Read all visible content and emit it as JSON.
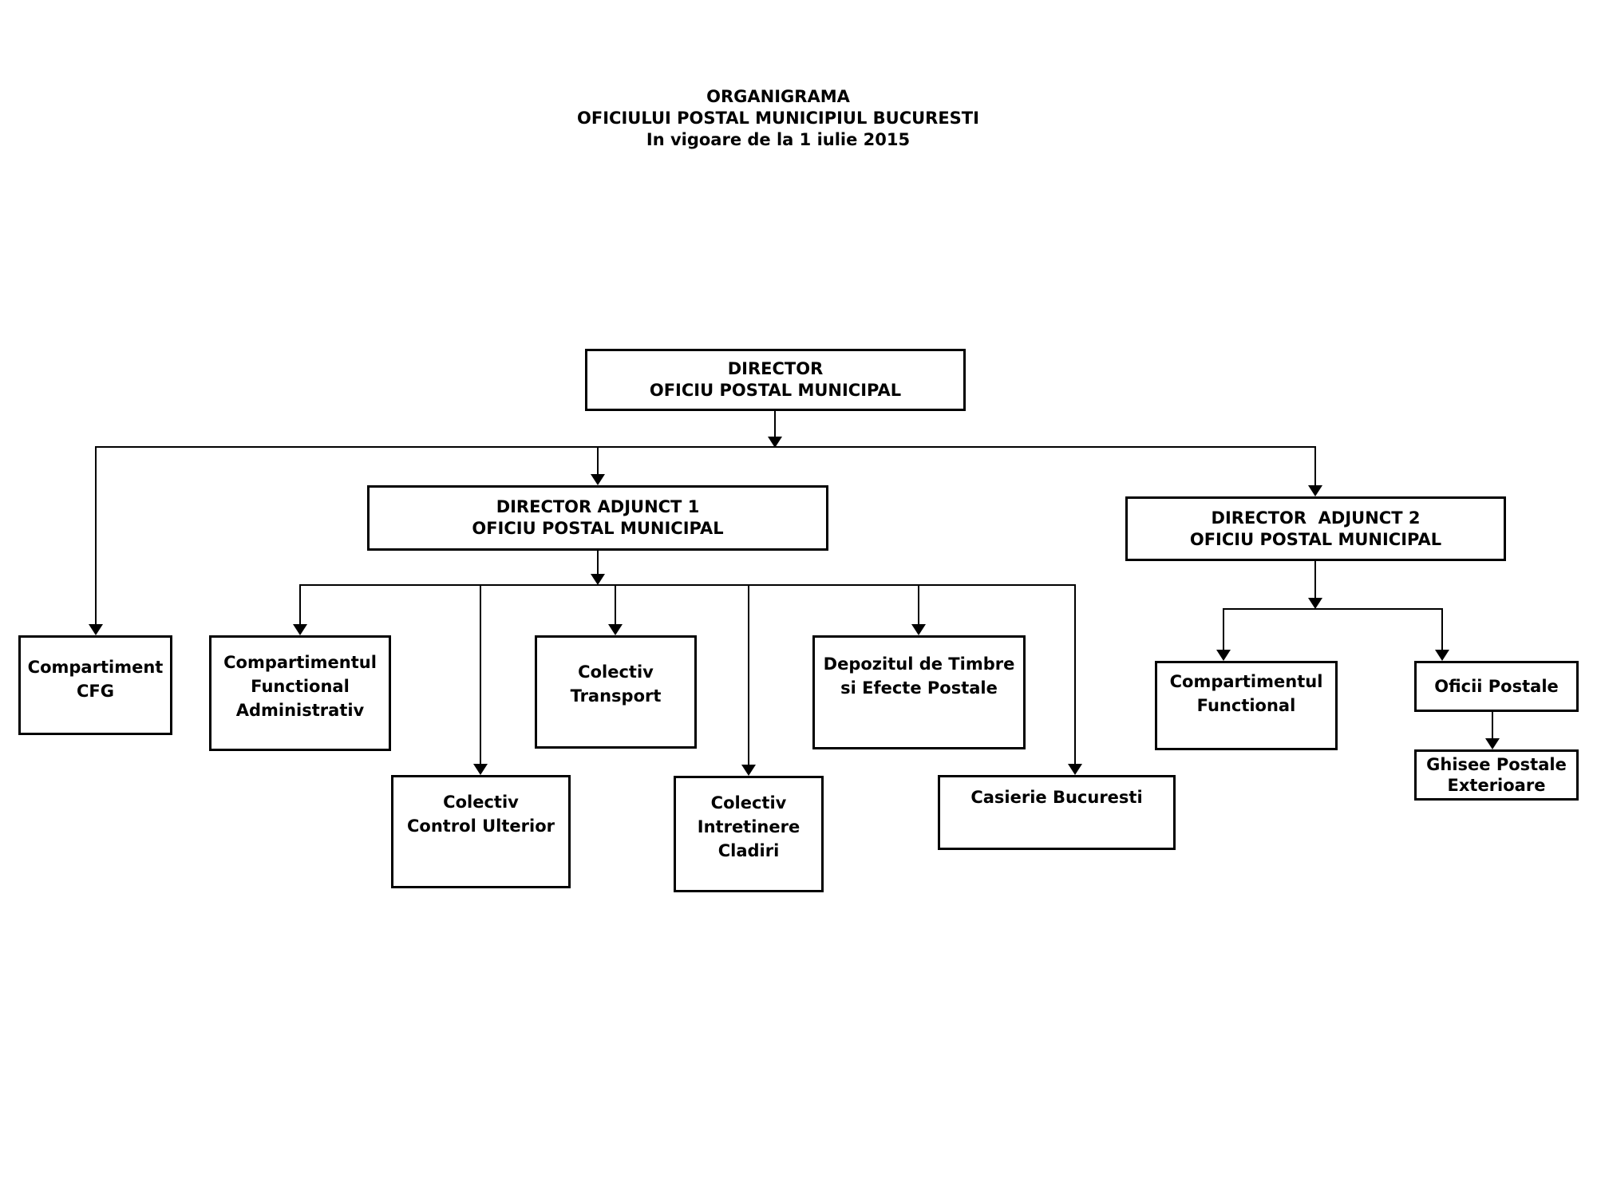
{
  "title": {
    "lines": [
      "ORGANIGRAMA",
      "OFICIULUI POSTAL MUNICIPIUL BUCURESTI",
      "In vigoare de la 1 iulie 2015"
    ]
  },
  "nodes": {
    "director": {
      "label": "DIRECTOR\nOFICIU POSTAL MUNICIPAL"
    },
    "adjunct1": {
      "label": "DIRECTOR ADJUNCT 1\nOFICIU POSTAL MUNICIPAL"
    },
    "adjunct2": {
      "label": "DIRECTOR  ADJUNCT 2\nOFICIU POSTAL MUNICIPAL"
    },
    "cfg": {
      "label": "Compartiment\nCFG"
    },
    "functional_administrativ": {
      "label": "Compartimentul\nFunctional\nAdministrativ"
    },
    "transport": {
      "label": "Colectiv\nTransport"
    },
    "depozit_timbre": {
      "label": "Depozitul de Timbre\nsi Efecte Postale"
    },
    "control_ulterior": {
      "label": "Colectiv\nControl Ulterior"
    },
    "intretinere_cladiri": {
      "label": "Colectiv\nIntretinere\nCladiri"
    },
    "casierie": {
      "label": "Casierie Bucuresti"
    },
    "functional": {
      "label": "Compartimentul\nFunctional"
    },
    "oficii_postale": {
      "label": "Oficii Postale"
    },
    "ghisee_postale": {
      "label": "Ghisee Postale\nExterioare"
    }
  },
  "hierarchy": {
    "director": [
      "cfg",
      "adjunct1",
      "adjunct2"
    ],
    "adjunct1": [
      "functional_administrativ",
      "control_ulterior",
      "transport",
      "intretinere_cladiri",
      "depozit_timbre",
      "casierie"
    ],
    "adjunct2": [
      "functional",
      "oficii_postale"
    ],
    "oficii_postale": [
      "ghisee_postale"
    ]
  },
  "colors": {
    "background": "#ffffff",
    "box_border": "#000000",
    "line": "#000000",
    "text": "#000000"
  }
}
